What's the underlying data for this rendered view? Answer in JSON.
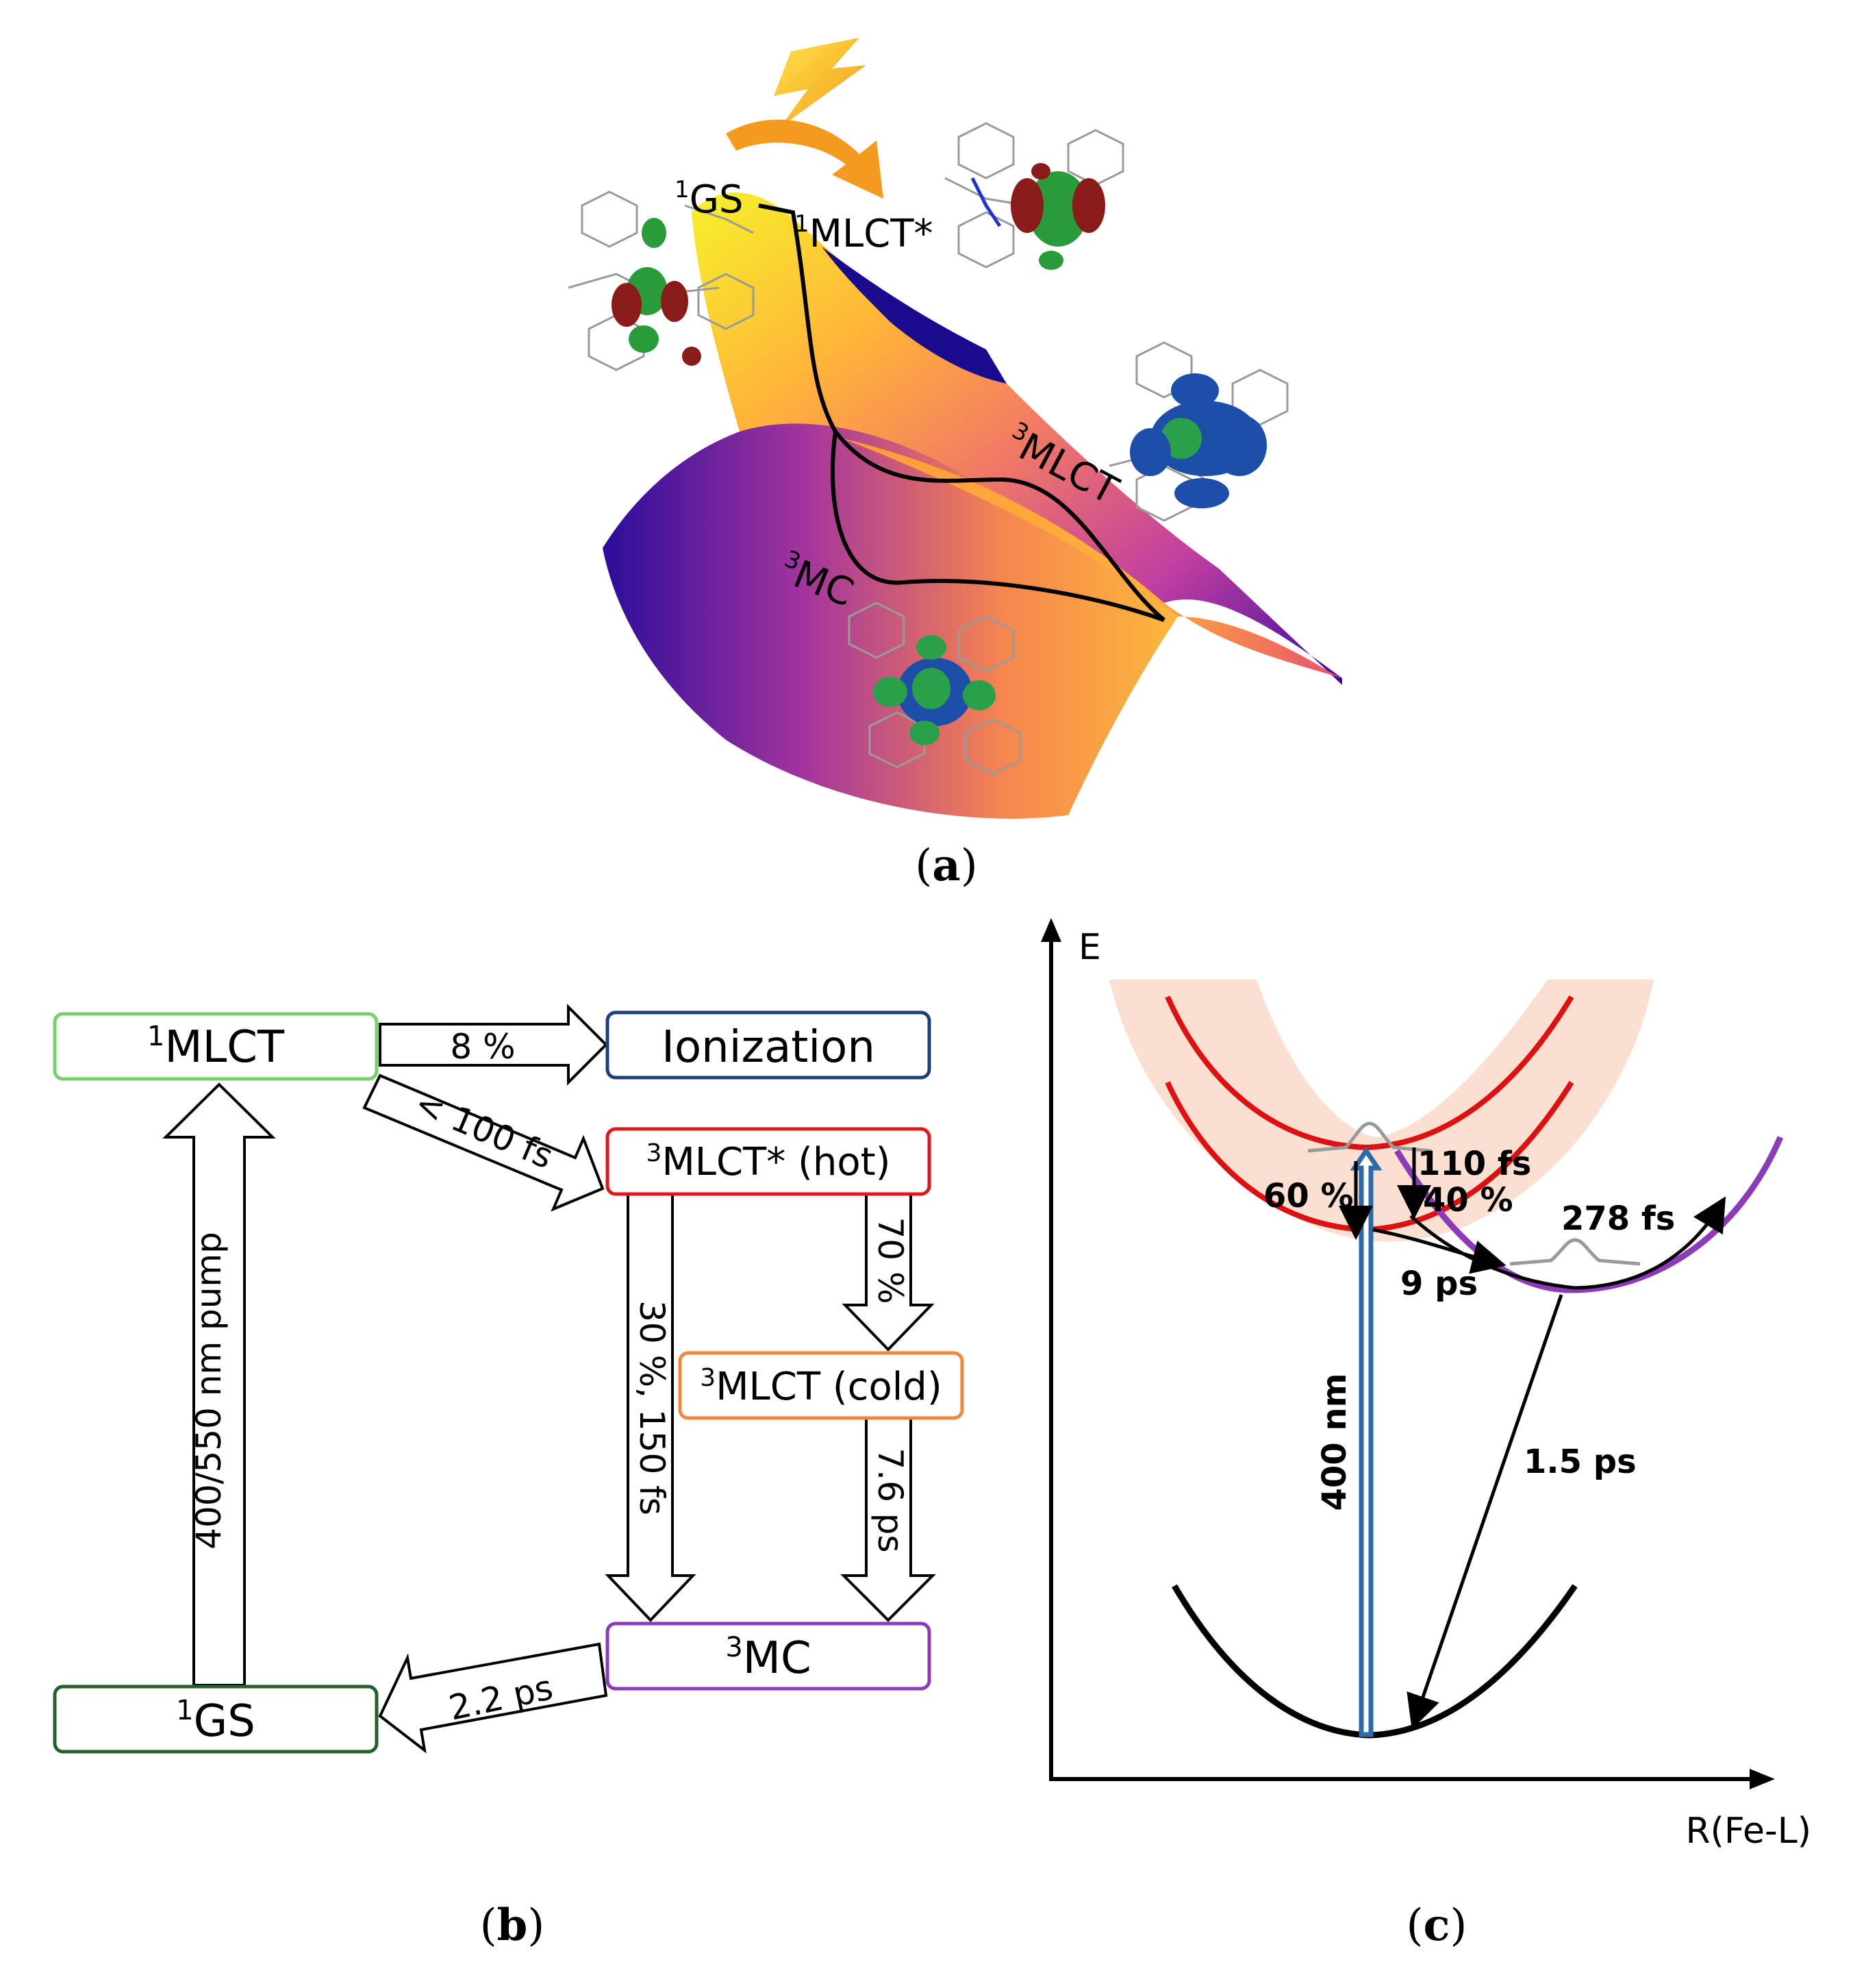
{
  "panel_a": {
    "caption_open": "(",
    "caption_letter": "a",
    "caption_close": ")",
    "labels": {
      "gs": {
        "sup": "1",
        "text": "GS"
      },
      "mlct_star": {
        "sup": "1",
        "text": "MLCT*"
      },
      "mlct3": {
        "sup": "3",
        "text": "MLCT"
      },
      "mc3": {
        "sup": "3",
        "text": "MC"
      }
    }
  },
  "panel_b": {
    "caption_open": "(",
    "caption_letter": "b",
    "caption_close": ")",
    "boxes": {
      "mlct1": {
        "sup": "1",
        "text": "MLCT",
        "color": "#77d16a"
      },
      "ionization": {
        "sup": "",
        "text": "Ionization",
        "color": "#1f3f7a"
      },
      "mlct3_hot": {
        "sup": "3",
        "text": "MLCT* (hot)",
        "color": "#e0171f"
      },
      "mlct3_cold": {
        "sup": "3",
        "text": "MLCT (cold)",
        "color": "#f2873c"
      },
      "mc3": {
        "sup": "3",
        "text": "MC",
        "color": "#8b3ab8"
      },
      "gs1": {
        "sup": "1",
        "text": "GS",
        "color": "#2a5e2a"
      }
    },
    "arrows": {
      "to_ionization": "8 %",
      "to_hot": "< 100 fs",
      "hot_to_cold": "70 %",
      "hot_to_mc": "30 %, 150 fs",
      "cold_to_mc": "7.6 ps",
      "mc_to_gs": "2.2 ps",
      "pump": "400/550 nm pump"
    }
  },
  "panel_c": {
    "caption_open": "(",
    "caption_letter": "c",
    "caption_close": ")",
    "y_axis_label": "E",
    "x_axis_label": "R(Fe-L)",
    "annotations": {
      "t110": "110 fs",
      "p40": "40 %",
      "p60": "60 %",
      "t278": "278 fs",
      "t9": "9 ps",
      "t15": "1.5 ps",
      "nm400": "400 nm"
    },
    "colors": {
      "red_curves": "#dd1111",
      "band": "#fbe0d2",
      "purple_curve": "#8b3ab8",
      "ground_curve": "#000000",
      "pump_arrow": "#2f6aa8"
    }
  }
}
